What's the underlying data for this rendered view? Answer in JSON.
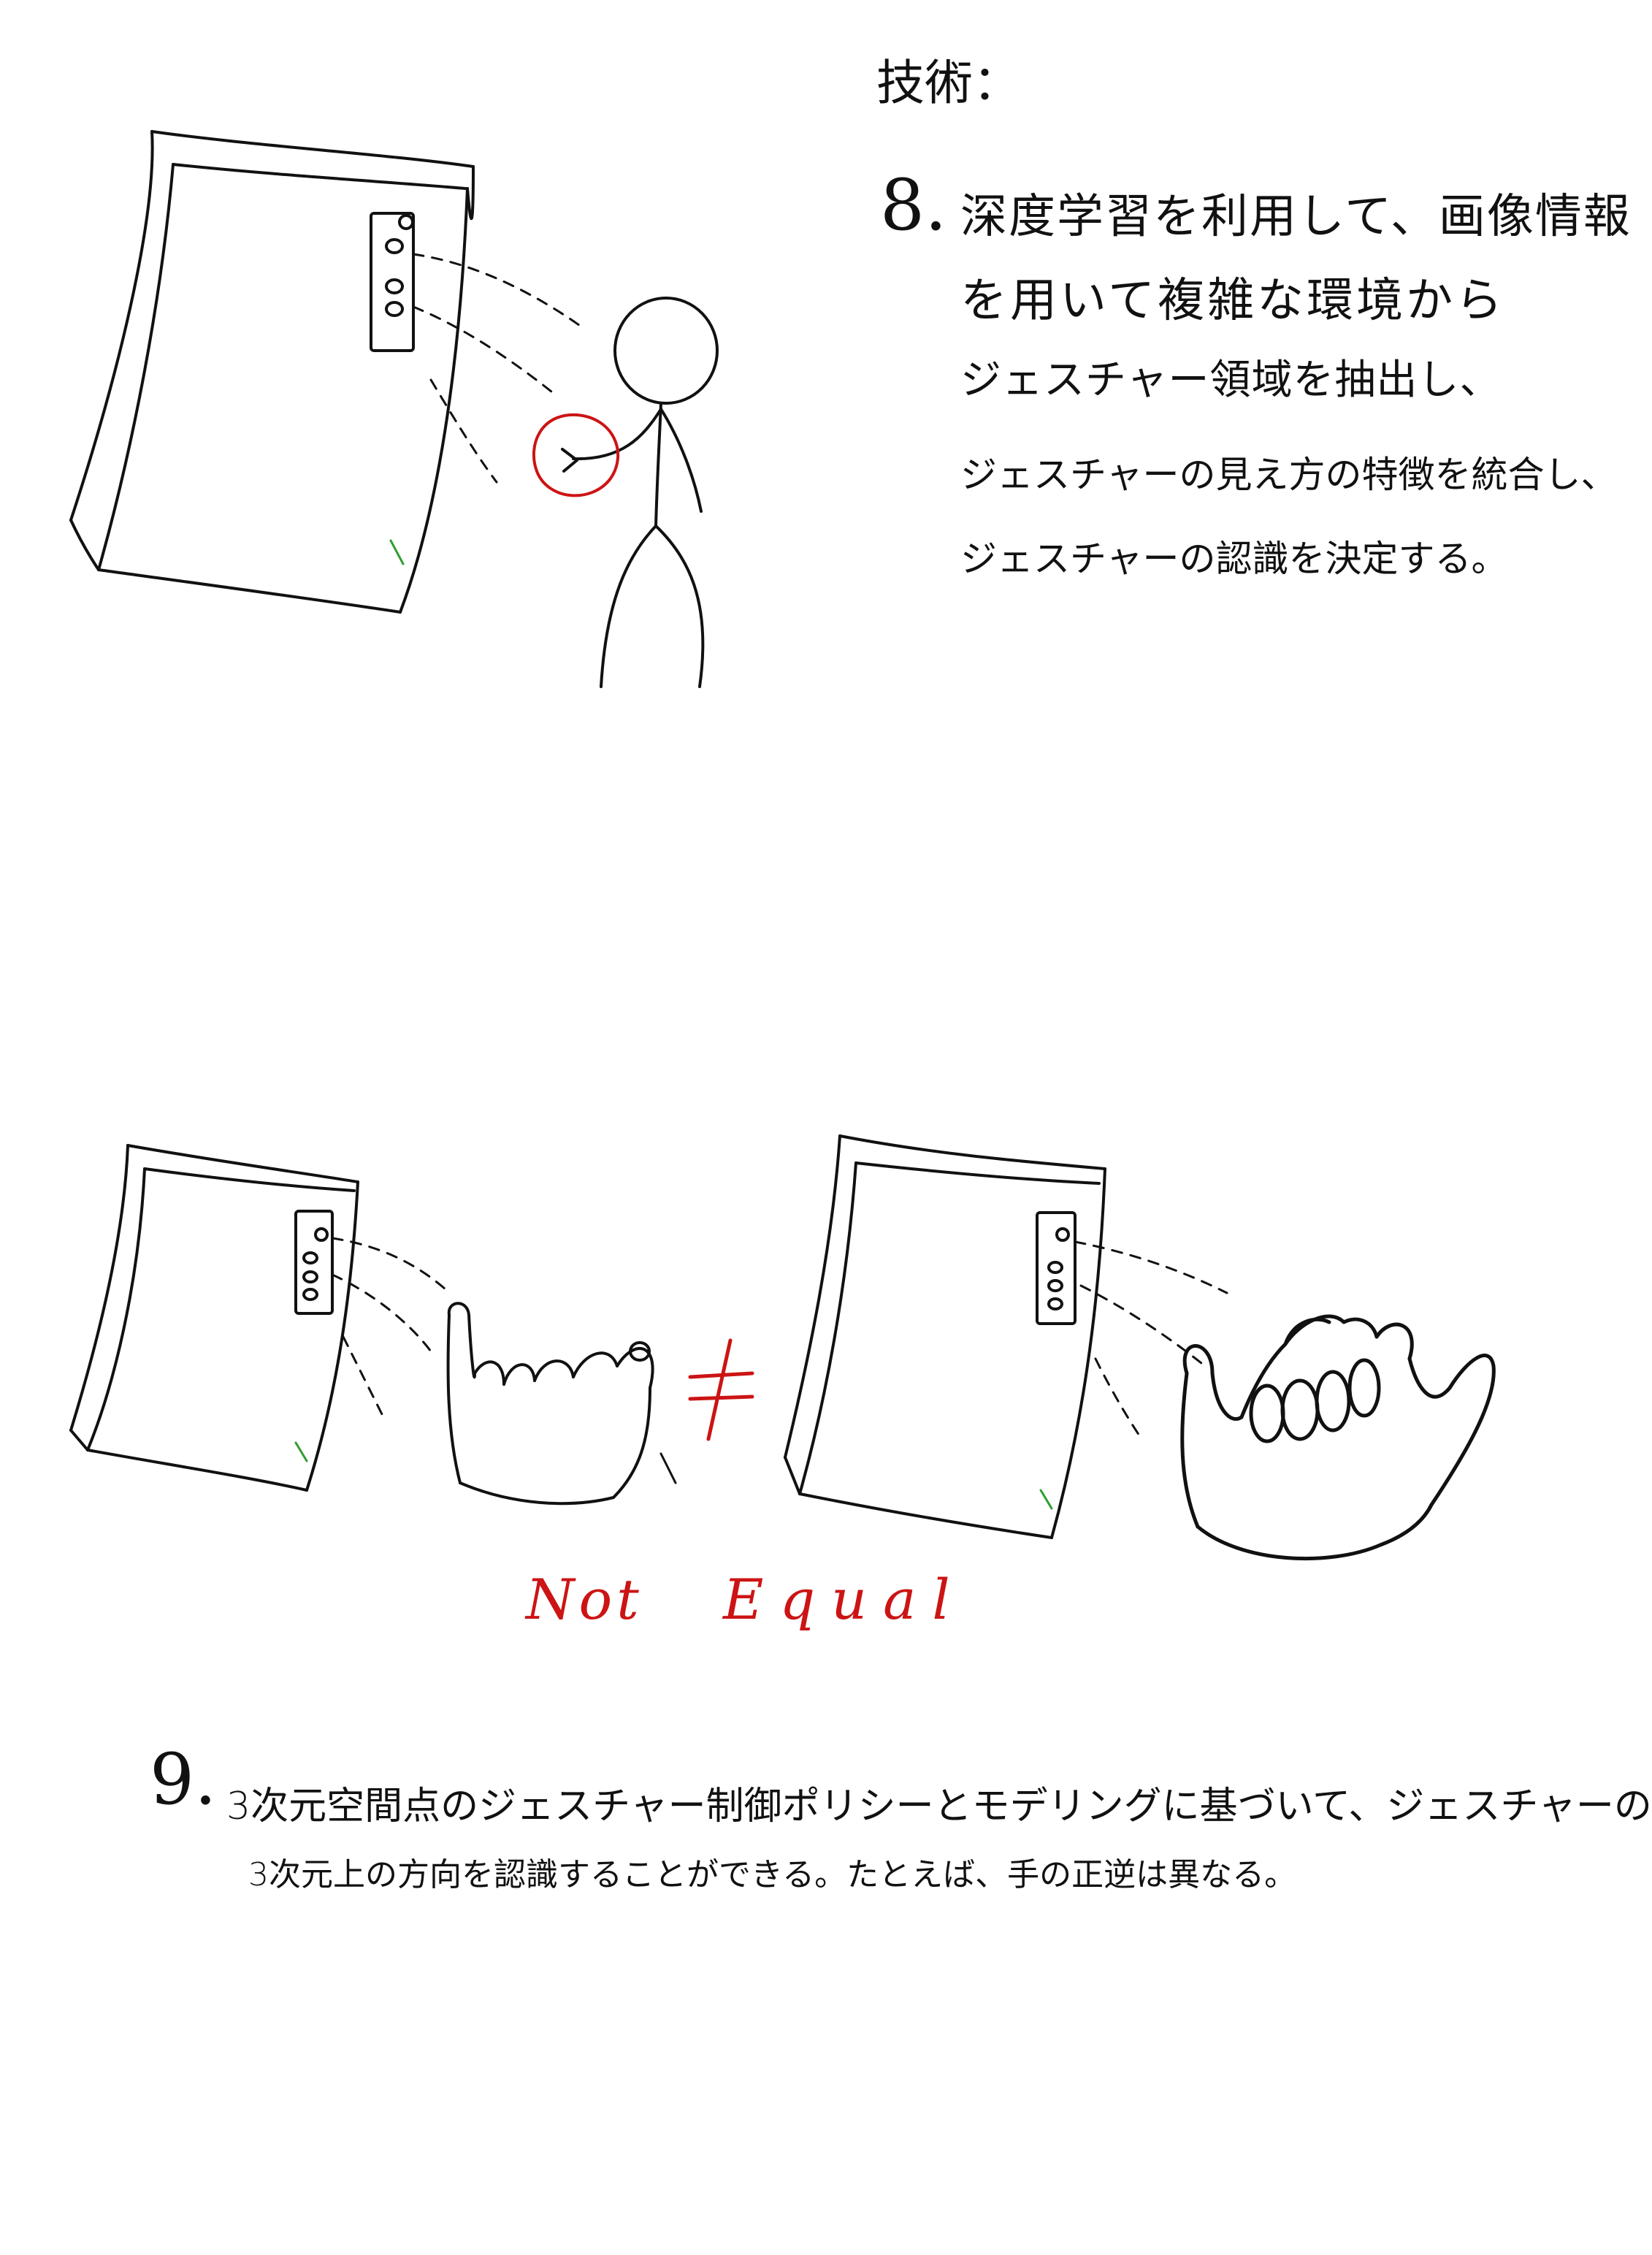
{
  "header": {
    "title": "技術："
  },
  "item8": {
    "number": "8.",
    "lines": [
      "深度学習を利用して、画像情報",
      "を用いて複雑な環境から",
      "ジェスチャー領域を抽出し、",
      "ジェスチャーの見え方の特徴を統合し、",
      "ジェスチャーの認識を決定する。"
    ]
  },
  "comparison": {
    "symbol": "≠",
    "label_not": "Not",
    "label_equal": "Equal"
  },
  "item9": {
    "number": "9.",
    "lines": [
      "3次元空間点のジェスチャー制御ポリシーとモデリングに基づいて、ジェスチャーの",
      "3次元上の方向を認識することができる。たとえば、手の正逆は異なる。"
    ]
  },
  "colors": {
    "ink": "#111111",
    "accent_red": "#cc1414",
    "tick_green": "#2e9e2e"
  }
}
